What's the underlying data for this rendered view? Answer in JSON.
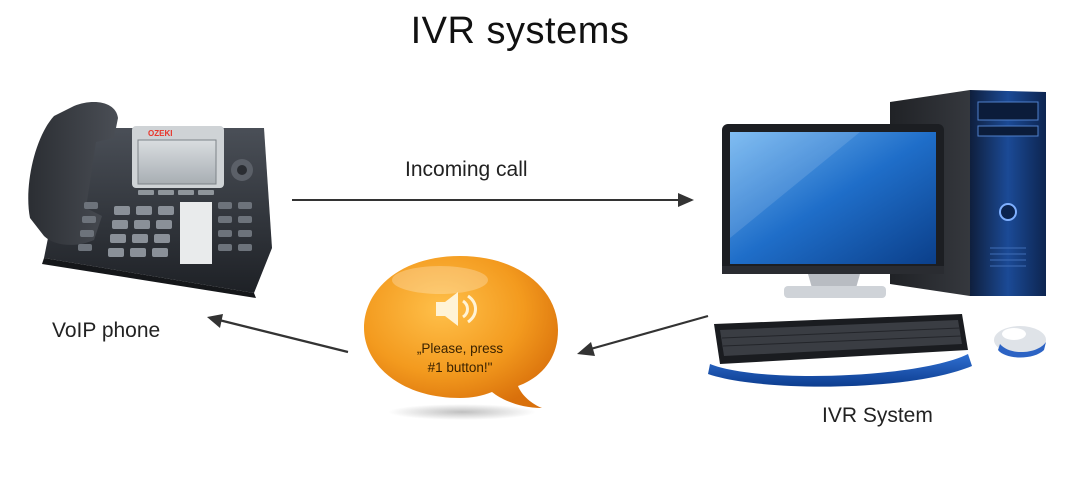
{
  "title": "IVR systems",
  "arrow_top_label": "Incoming call",
  "phone": {
    "label": "VoIP phone",
    "brand": "OZEKI",
    "icon": "desk-phone-icon"
  },
  "ivr": {
    "label": "IVR System",
    "icon": "desktop-computer-icon"
  },
  "bubble": {
    "line1": "„Please, press",
    "line2": "#1 button!\"",
    "icon": "speaker-icon"
  },
  "colors": {
    "bubble": "#f39a1e",
    "accent_blue": "#1e5fb3",
    "arrow": "#333333"
  }
}
